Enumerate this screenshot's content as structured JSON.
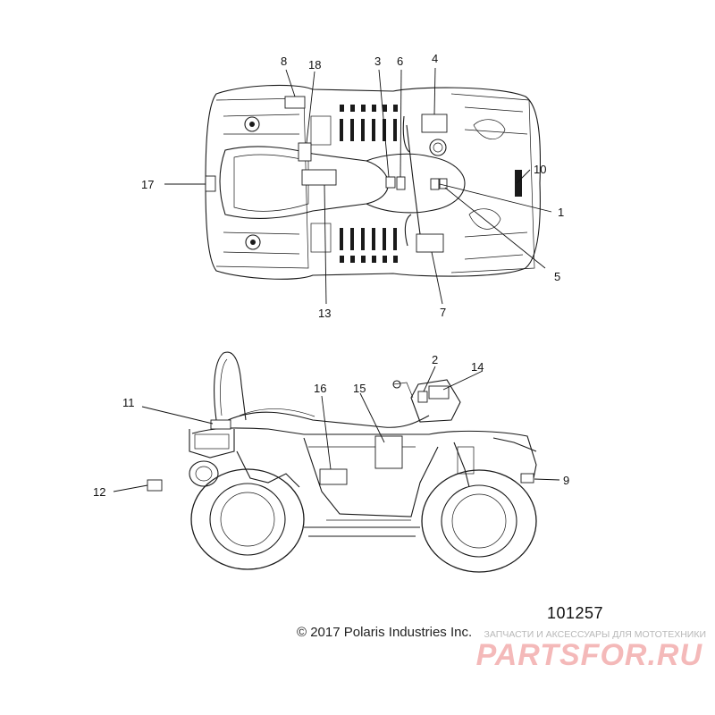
{
  "callouts": {
    "c1": "1",
    "c2": "2",
    "c3": "3",
    "c4": "4",
    "c5": "5",
    "c6": "6",
    "c7": "7",
    "c8": "8",
    "c9": "9",
    "c10": "10",
    "c11": "11",
    "c12": "12",
    "c13": "13",
    "c14": "14",
    "c15": "15",
    "c16": "16",
    "c17": "17",
    "c18": "18"
  },
  "diagram_number": "101257",
  "copyright": "© 2017  Polaris Industries Inc.",
  "watermark": {
    "tagline": "ЗАПЧАСТИ И АКСЕССУАРЫ ДЛЯ МОТОТЕХНИКИ",
    "logo": "PARTSFOR.RU"
  },
  "colors": {
    "ink": "#1a1a1a",
    "watermark_red": "#e23a3a",
    "watermark_gray": "#b8b8b8"
  }
}
